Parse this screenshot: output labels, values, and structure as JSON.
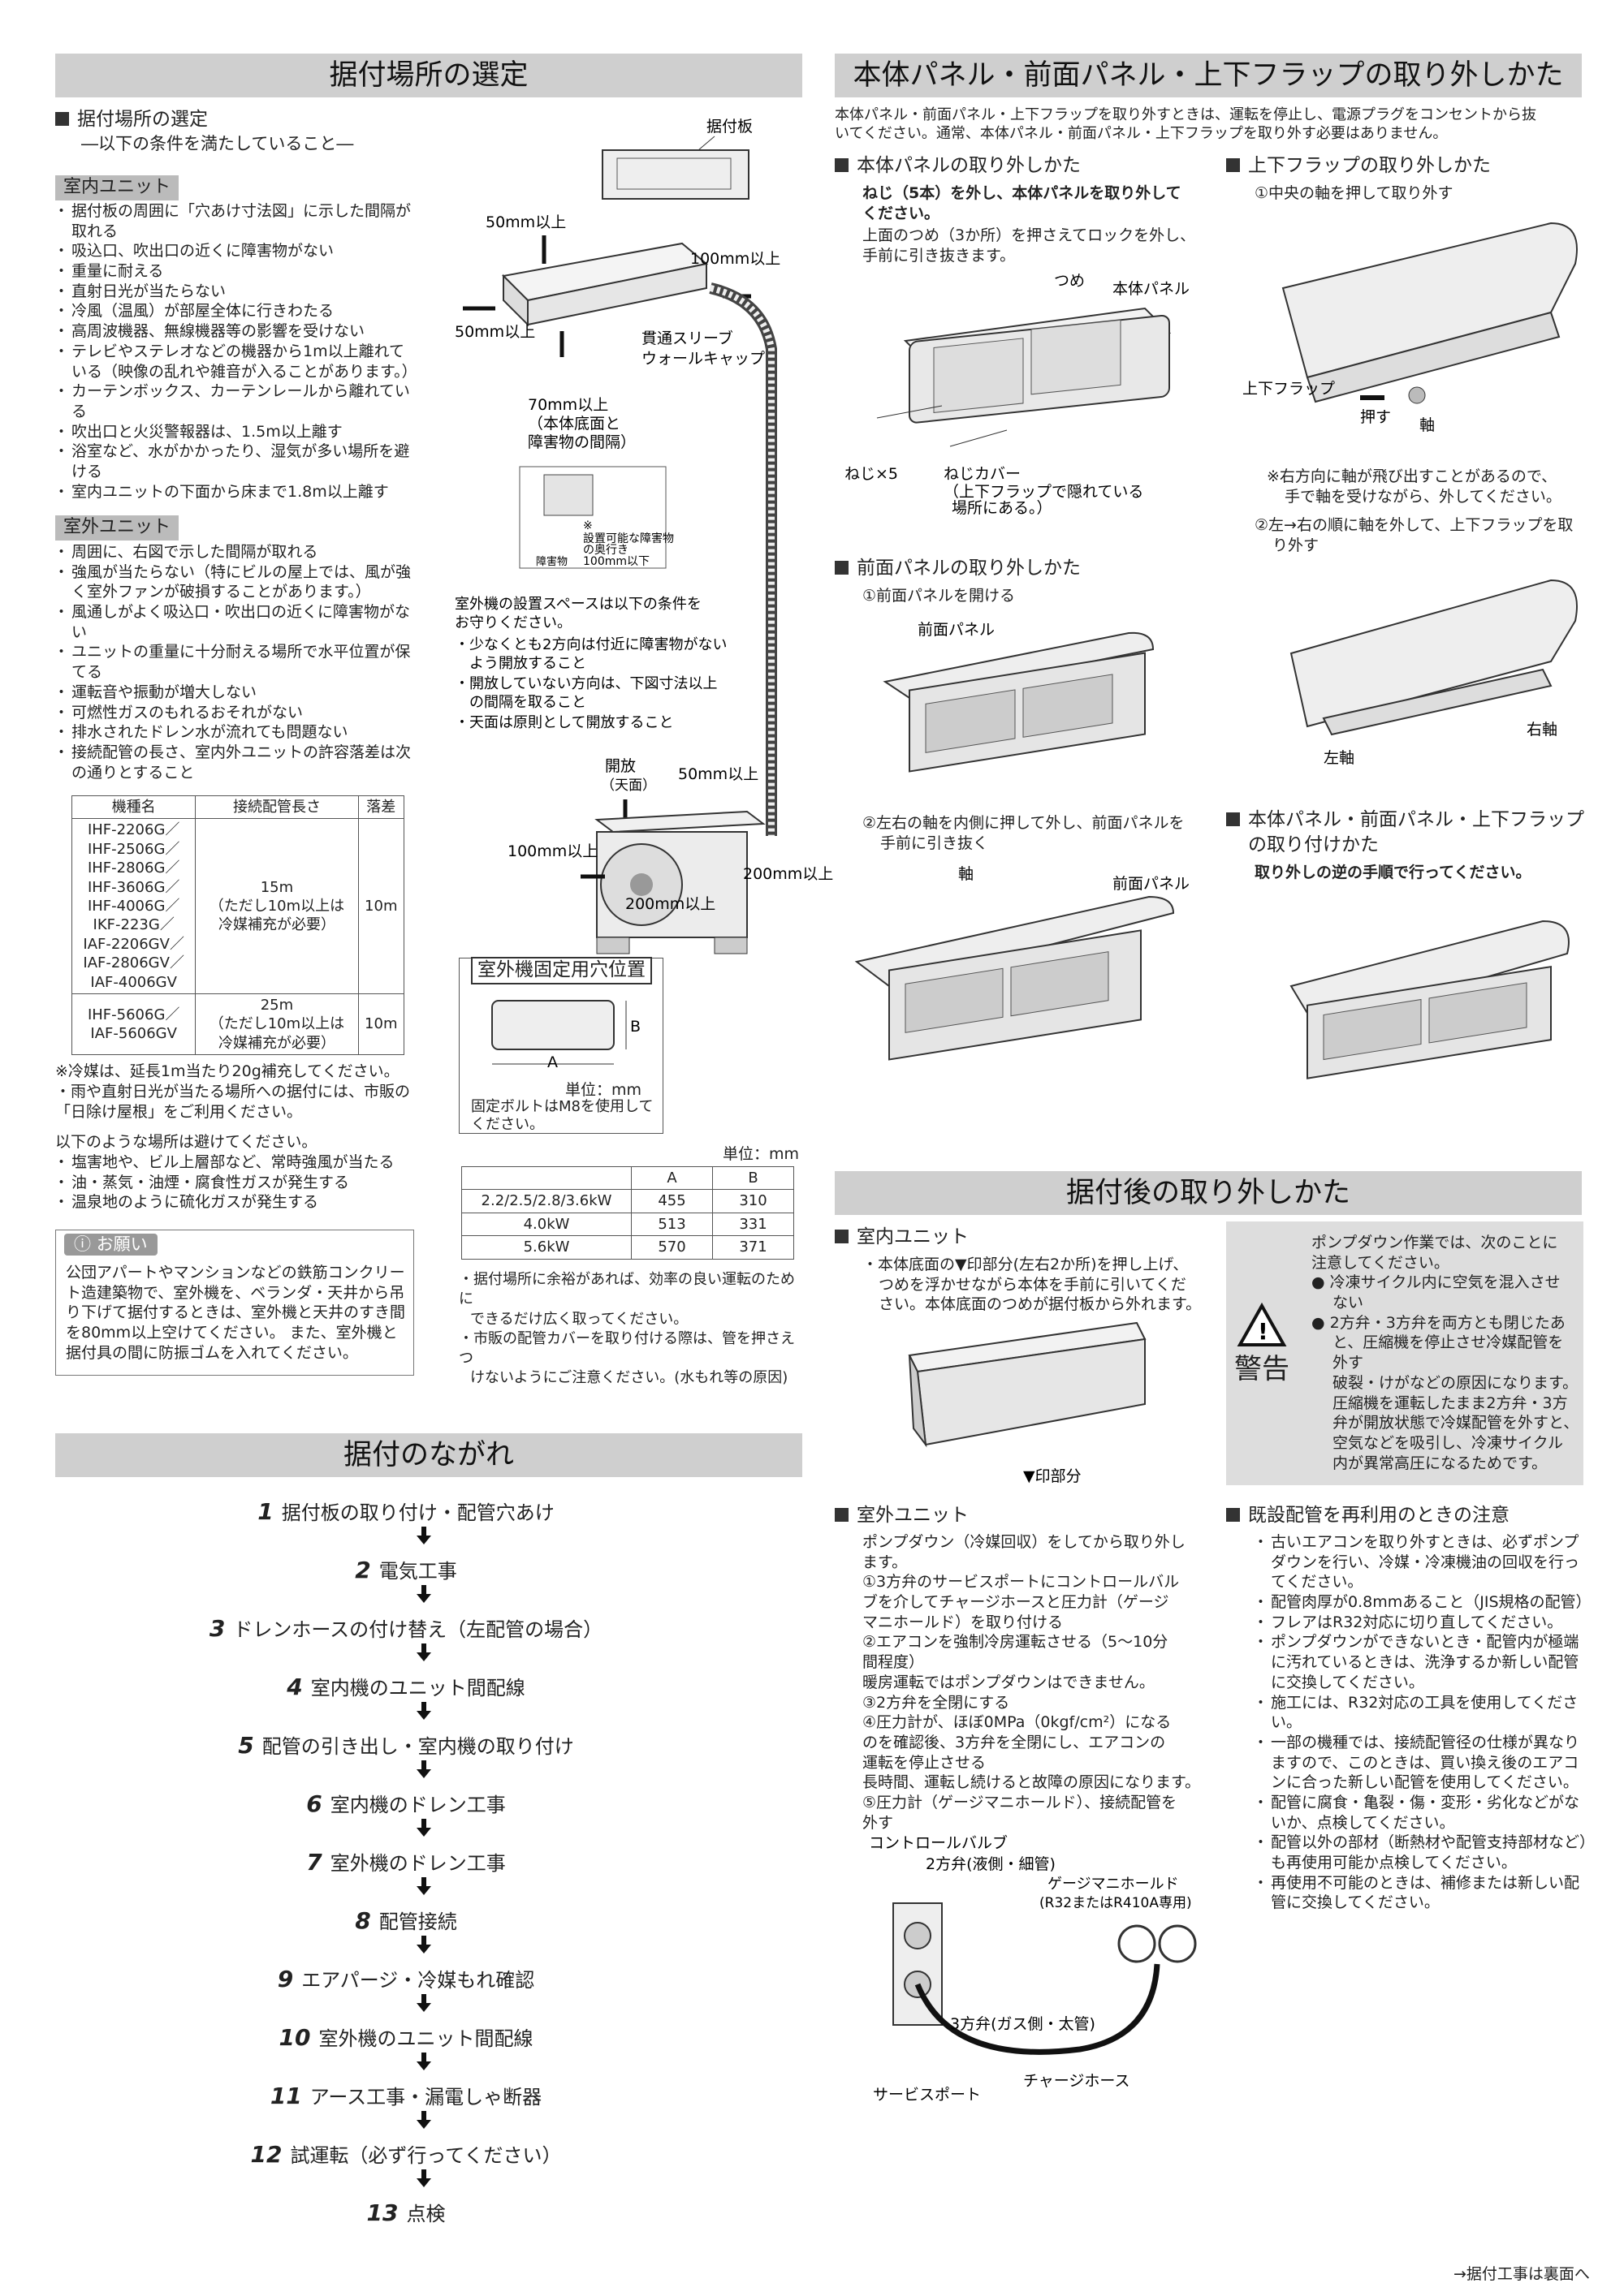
{
  "s1": {
    "title": "据付場所の選定",
    "h": "据付場所の選定",
    "h_sub": "―以下の条件を満たしていること―",
    "indoor_tag": "室内ユニット",
    "indoor": [
      "据付板の周囲に「穴あけ寸法図」に示した間隔が取れる",
      "吸込口、吹出口の近くに障害物がない",
      "重量に耐える",
      "直射日光が当たらない",
      "冷風（温風）が部屋全体に行きわたる",
      "高周波機器、無線機器等の影響を受けない",
      "テレビやステレオなどの機器から1m以上離れている（映像の乱れや雑音が入ることがあります。）",
      "カーテンボックス、カーテンレールから離れている",
      "吹出口と火災警報器は、1.5m以上離す",
      "浴室など、水がかかったり、湿気が多い場所を避ける",
      "室内ユニットの下面から床まで1.8m以上離す"
    ],
    "outdoor_tag": "室外ユニット",
    "outdoor": [
      "周囲に、右図で示した間隔が取れる",
      "強風が当たらない（特にビルの屋上では、風が強く室外ファンが破損することがあります。）",
      "風通しがよく吸込口・吹出口の近くに障害物がない",
      "ユニットの重量に十分耐える場所で水平位置が保てる",
      "運転音や振動が増大しない",
      "可燃性ガスのもれるおそれがない",
      "排水されたドレン水が流れても問題ない",
      "接続配管の長さ、室内外ユニットの許容落差は次の通りとすること"
    ],
    "tbl_head": [
      "機種名",
      "接続配管長さ",
      "落差"
    ],
    "tbl_r1": {
      "models": [
        "IHF-2206G／",
        "IHF-2506G／",
        "IHF-2806G／",
        "IHF-3606G／",
        "IHF-4006G／",
        "IKF-223G／",
        "IAF-2206GV／",
        "IAF-2806GV／",
        "IAF-4006GV"
      ],
      "len": [
        "15m",
        "（ただし10m以上は",
        "冷媒補充が必要）"
      ],
      "drop": "10m"
    },
    "tbl_r2": {
      "models": [
        "IHF-5606G／",
        "IAF-5606GV"
      ],
      "len": [
        "25m",
        "（ただし10m以上は",
        "冷媒補充が必要）"
      ],
      "drop": "10m"
    },
    "note1": "※冷媒は、延長1m当たり20g補充してください。",
    "note2": "・雨や直射日光が当たる場所への据付には、市販の「日除け屋根」をご利用ください。",
    "avoid_h": "以下のような場所は避けてください。",
    "avoid": [
      "塩害地や、ビル上層部など、常時強風が当たる",
      "油・蒸気・油煙・腐食性ガスが発生する",
      "温泉地のように硫化ガスが発生する"
    ],
    "req_tag": "お願い",
    "req": "公団アパートやマンションなどの鉄筋コンクリート造建築物で、室外機を、ベランダ・天井から吊り下げて据付するときは、室外機と天井のすき間を80mm以上空けてください。 また、室外機と据付具の間に防振ゴムを入れてください。"
  },
  "dg": {
    "plate": "据付板",
    "d50": "50mm以上",
    "d100": "100mm以上",
    "d50b": "50mm以上",
    "sleeve": "貫通スリーブ",
    "cap": "ウォールキャップ",
    "d70": [
      "70mm以上",
      "（本体底面と",
      "障害物の間隔）"
    ],
    "inset_note": [
      "※",
      "設置可能な障害物",
      "の奥行き",
      "100mm以下"
    ],
    "inset_obst": "障害物",
    "space": [
      "室外機の設置スペースは以下の条件を",
      "お守りください。"
    ],
    "space_list": [
      "少なくとも2方向は付近に障害物がない",
      "よう開放すること",
      "開放していない方向は、下図寸法以上",
      "の間隔を取ること",
      "天面は原則として開放すること"
    ],
    "open": "開放",
    "top": "（天面）",
    "o50": "50mm以上",
    "o100": "100mm以上",
    "o200a": "200mm以上",
    "o200b": "200mm以上",
    "fix_title": "室外機固定用穴位置",
    "fix_A": "A",
    "fix_B": "B",
    "unit": "単位：mm",
    "bolt": [
      "固定ボルトはM8を使用して",
      "ください。"
    ],
    "unit2": "単位：mm",
    "tbl2_head": [
      "",
      "A",
      "B"
    ],
    "tbl2": [
      [
        "2.2/2.5/2.8/3.6kW",
        "455",
        "310"
      ],
      [
        "4.0kW",
        "513",
        "331"
      ],
      [
        "5.6kW",
        "570",
        "371"
      ]
    ],
    "note3": [
      "・据付場所に余裕があれば、効率の良い運転のために",
      "できるだけ広く取ってください。",
      "・市販の配管カバーを取り付ける際は、管を押さえつ",
      "けないようにご注意ください。(水もれ等の原因)"
    ]
  },
  "flow": {
    "title": "据付のながれ",
    "steps": [
      [
        "1",
        "据付板の取り付け・配管穴あけ"
      ],
      [
        "2",
        "電気工事"
      ],
      [
        "3",
        "ドレンホースの付け替え（左配管の場合）"
      ],
      [
        "4",
        "室内機のユニット間配線"
      ],
      [
        "5",
        "配管の引き出し・室内機の取り付け"
      ],
      [
        "6",
        "室内機のドレン工事"
      ],
      [
        "7",
        "室外機のドレン工事"
      ],
      [
        "8",
        "配管接続"
      ],
      [
        "9",
        "エアパージ・冷媒もれ確認"
      ],
      [
        "10",
        "室外機のユニット間配線"
      ],
      [
        "11",
        "アース工事・漏電しゃ断器"
      ],
      [
        "12",
        "試運転（必ず行ってください）"
      ],
      [
        "13",
        "点検"
      ]
    ]
  },
  "s2": {
    "title": "本体パネル・前面パネル・上下フラップの取り外しかた",
    "intro": [
      "本体パネル・前面パネル・上下フラップを取り外すときは、運転を停止し、電源プラグをコンセントから抜",
      "いてください。通常、本体パネル・前面パネル・上下フラップを取り外す必要はありません。"
    ],
    "h1": "本体パネルの取り外しかた",
    "h1b": [
      "ねじ（5本）を外し、本体パネルを取り外して",
      "ください。"
    ],
    "h1t": [
      "上面のつめ（3か所）を押さえてロックを外し、",
      "手前に引き抜きます。"
    ],
    "tsume": "つめ",
    "honpanel": "本体パネル",
    "neji5": "ねじ×5",
    "nejicover": [
      "ねじカバー",
      "（上下フラップで隠れている",
      "場所にある。）"
    ],
    "h2": "前面パネルの取り外しかた",
    "h2s1": "①前面パネルを開ける",
    "zenmen": "前面パネル",
    "h2s2": [
      "②左右の軸を内側に押して外し、前面パネルを",
      "手前に引き抜く"
    ],
    "jiku": "軸",
    "zenmen2": "前面パネル",
    "h3": "上下フラップの取り外しかた",
    "h3s1": "①中央の軸を押して取り外す",
    "flap": "上下フラップ",
    "osu": "押す",
    "jiku2": "軸",
    "h3n": [
      "※右方向に軸が飛び出すことがあるので、",
      "手で軸を受けながら、外してください。"
    ],
    "h3s2": [
      "②左→右の順に軸を外して、上下フラップを取",
      "り外す"
    ],
    "sajiku": "左軸",
    "ujiku": "右軸",
    "h4": [
      "本体パネル・前面パネル・上下フラップ",
      "の取り付けかた"
    ],
    "h4t": "取り外しの逆の手順で行ってください。"
  },
  "s3": {
    "title": "据付後の取り外しかた",
    "h1": "室内ユニット",
    "t1": [
      "・本体底面の▼印部分(左右2か所)を押し上げ、",
      "つめを浮かせながら本体を手前に引いてくだ",
      "さい。本体底面のつめが据付板から外れます。"
    ],
    "mark": "▼印部分",
    "warn_label": "警告",
    "warn": [
      "ポンプダウン作業では、次のことに",
      "注意してください。"
    ],
    "warn_list": [
      [
        "冷凍サイクル内に空気を混入させ",
        "ない"
      ],
      [
        "2方弁・3方弁を両方とも閉じたあ",
        "と、圧縮機を停止させ冷媒配管を",
        "外す"
      ]
    ],
    "warn_t": [
      "破裂・けがなどの原因になります。",
      "圧縮機を運転したまま2方弁・3方",
      "弁が開放状態で冷媒配管を外すと、",
      "空気などを吸引し、冷凍サイクル",
      "内が異常高圧になるためです。"
    ],
    "h2": "室外ユニット",
    "t2": [
      "ポンプダウン（冷媒回収）をしてから取り外し",
      "ます。",
      "①3方弁のサービスポートにコントロールバル",
      "ブを介してチャージホースと圧力計（ゲージ",
      "マニホールド）を取り付ける",
      "②エアコンを強制冷房運転させる（5～10分",
      "間程度）",
      "暖房運転ではポンプダウンはできません。",
      "③2方弁を全閉にする",
      "④圧力計が、ほぼ0MPa（0kgf/cm²）になる",
      "のを確認後、3方弁を全閉にし、エアコンの",
      "運転を停止させる",
      "長時間、運転し続けると故障の原因になります。",
      "⑤圧力計（ゲージマニホールド）、接続配管を",
      "外す"
    ],
    "cv": "コントロールバルブ",
    "v2": "2方弁(液側・細管)",
    "gm": "ゲージマニホールド",
    "gm2": "(R32またはR410A専用)",
    "v3": "3方弁(ガス側・太管)",
    "sp": "サービスポート",
    "ch": "チャージホース",
    "h3": "既設配管を再利用のときの注意",
    "list3": [
      [
        "古いエアコンを取り外すときは、必ずポンプ",
        "ダウンを行い、冷媒・冷凍機油の回収を行っ",
        "てください。"
      ],
      [
        "配管肉厚が0.8mmあること（JIS規格の配管）"
      ],
      [
        "フレアはR32対応に切り直してください。"
      ],
      [
        "ポンプダウンができないとき・配管内が極端",
        "に汚れているときは、洗浄するか新しい配管",
        "に交換してください。"
      ],
      [
        "施工には、R32対応の工具を使用してくださ",
        "い。"
      ],
      [
        "一部の機種では、接続配管径の仕様が異なり",
        "ますので、このときは、買い換え後のエアコ",
        "ンに合った新しい配管を使用してください。"
      ],
      [
        "配管に腐食・亀裂・傷・変形・劣化などがな",
        "いか、点検してください。"
      ],
      [
        "配管以外の部材（断熱材や配管支持部材など）",
        "も再使用可能か点検してください。"
      ],
      [
        "再使用不可能のときは、補修または新しい配",
        "管に交換してください。"
      ]
    ]
  },
  "footer": "→据付工事は裏面へ"
}
